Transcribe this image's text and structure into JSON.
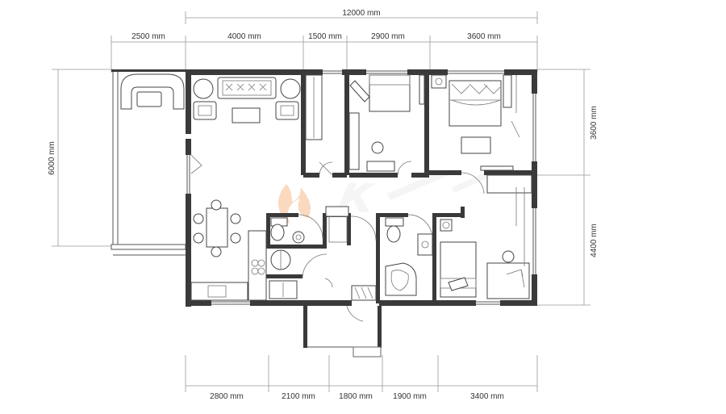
{
  "overall_dimension": "12000 mm",
  "top_segments": [
    "2500 mm",
    "4000 mm",
    "1500 mm",
    "2900 mm",
    "3600 mm"
  ],
  "bottom_segments": [
    "2800 mm",
    "2100 mm",
    "1800 mm",
    "1900 mm",
    "3400 mm"
  ],
  "left_dimension": "6000 mm",
  "right_segments": [
    "3600 mm",
    "4400 mm"
  ],
  "colors": {
    "wall": "#3a3a3a",
    "dimension_line": "#999999",
    "accent": "#f4a26a"
  }
}
